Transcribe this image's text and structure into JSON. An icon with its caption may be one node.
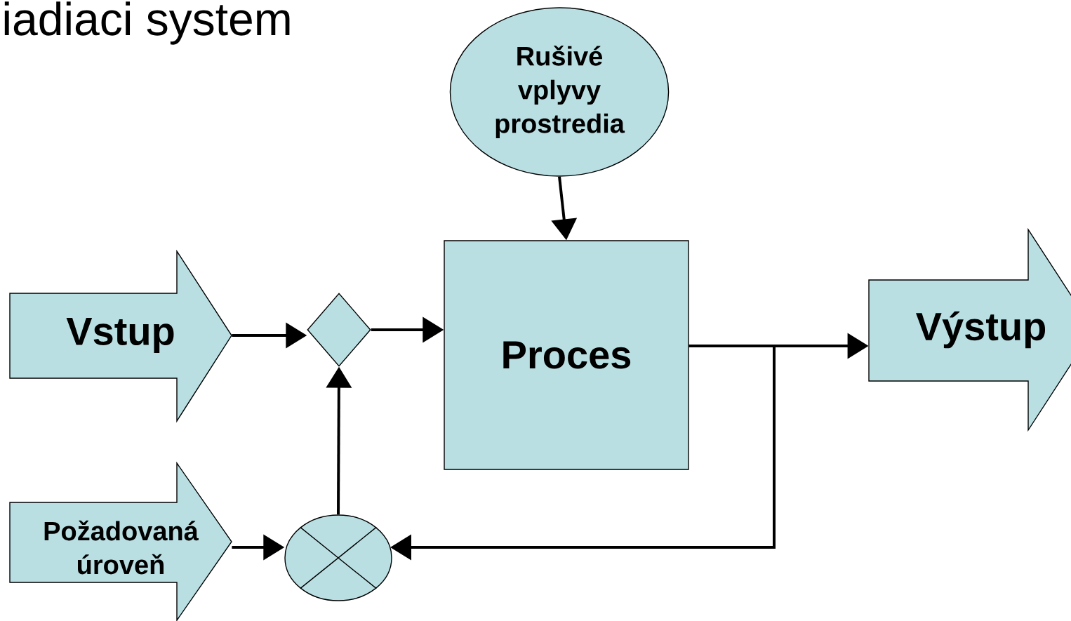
{
  "diagram": {
    "title": "iadiaci system",
    "nodes": [
      {
        "text": [
          "Vstup"
        ]
      },
      {
        "text": [
          "Požadovaná úroveň"
        ]
      },
      {
        "text": [
          "Rušivé vplyvy prostredia"
        ]
      },
      {
        "text": [],
        "shape": "diamond"
      },
      {
        "text": [
          "Proces"
        ]
      },
      {
        "text": [],
        "shape": "circle"
      },
      {
        "text": [
          "Výstup"
        ]
      }
    ],
    "edges": [
      {
        "from": 0,
        "to": 3,
        "arrow": "to"
      },
      {
        "from": 3,
        "to": 4,
        "arrow": "to"
      },
      {
        "from": 2,
        "to": 4,
        "arrow": "to"
      },
      {
        "from": 1,
        "to": 5,
        "arrow": "to"
      },
      {
        "from": 5,
        "to": 3,
        "arrow": "to"
      },
      {
        "from": 4,
        "to": 6,
        "arrow": "to"
      },
      {
        "from": 4,
        "to": 5,
        "arrow": "to"
      }
    ]
  }
}
